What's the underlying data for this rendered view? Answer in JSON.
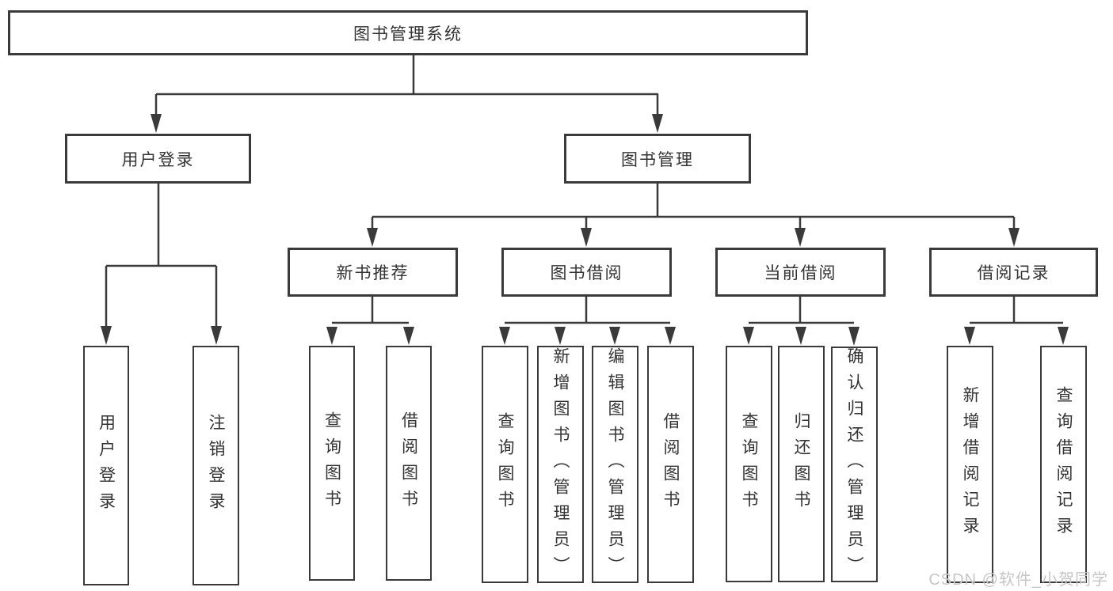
{
  "tree": {
    "root": {
      "label": "图书管理系统"
    },
    "branches": [
      {
        "label": "用户登录",
        "children": [
          {
            "label": "用户登录"
          },
          {
            "label": "注销登录"
          }
        ]
      },
      {
        "label": "图书管理",
        "children": [
          {
            "label": "新书推荐",
            "children": [
              {
                "label": "查询图书"
              },
              {
                "label": "借阅图书"
              }
            ]
          },
          {
            "label": "图书借阅",
            "children": [
              {
                "label": "查询图书"
              },
              {
                "label": "新增图书（管理员）"
              },
              {
                "label": "编辑图书（管理员）"
              },
              {
                "label": "借阅图书"
              }
            ]
          },
          {
            "label": "当前借阅",
            "children": [
              {
                "label": "查询图书"
              },
              {
                "label": "归还图书"
              },
              {
                "label": "确认归还（管理员）"
              }
            ]
          },
          {
            "label": "借阅记录",
            "children": [
              {
                "label": "新增借阅记录"
              },
              {
                "label": "查询借阅记录"
              }
            ]
          }
        ]
      }
    ]
  },
  "watermark": {
    "text": "CSDN @软件_小贺同学"
  },
  "colors": {
    "line": "#3a3a3a",
    "text": "#333333",
    "watermark": "#c6c6c6",
    "background": "#ffffff"
  }
}
